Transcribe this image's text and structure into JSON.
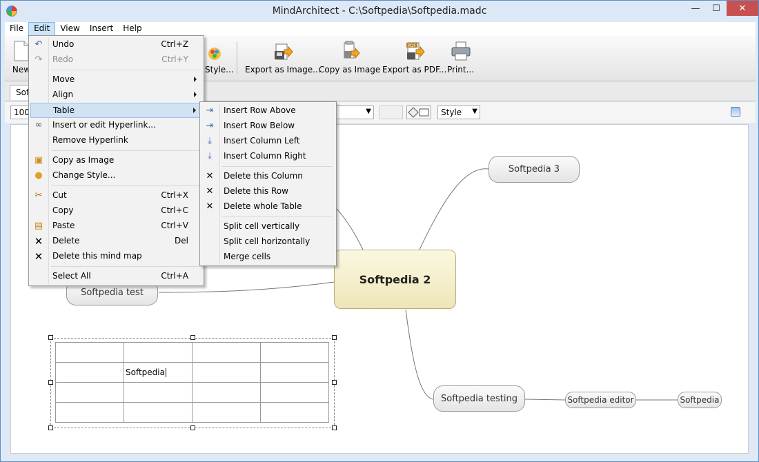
{
  "window": {
    "title": "MindArchitect - C:\\Softpedia\\Softpedia.madc",
    "minimize": "—",
    "maximize": "☐",
    "close": "✕"
  },
  "menubar": {
    "items": [
      "File",
      "Edit",
      "View",
      "Insert",
      "Help"
    ],
    "active": "Edit"
  },
  "toolbar": {
    "new_label": "New",
    "style_label": "Style...",
    "export_image_label": "Export as Image...",
    "copy_image_label": "Copy as Image",
    "export_pdf_label": "Export as PDF...",
    "print_label": "Print..."
  },
  "tabstrip": {
    "doc_tab": "Softpedia"
  },
  "formatbar": {
    "zoom": "100",
    "style_select": "Style"
  },
  "edit_menu": {
    "undo": {
      "label": "Undo",
      "shortcut": "Ctrl+Z"
    },
    "redo": {
      "label": "Redo",
      "shortcut": "Ctrl+Y"
    },
    "move": {
      "label": "Move"
    },
    "align": {
      "label": "Align"
    },
    "table": {
      "label": "Table"
    },
    "insert_hyperlink": {
      "label": "Insert or edit Hyperlink..."
    },
    "remove_hyperlink": {
      "label": "Remove Hyperlink"
    },
    "copy_image": {
      "label": "Copy as Image"
    },
    "change_style": {
      "label": "Change Style..."
    },
    "cut": {
      "label": "Cut",
      "shortcut": "Ctrl+X"
    },
    "copy": {
      "label": "Copy",
      "shortcut": "Ctrl+C"
    },
    "paste": {
      "label": "Paste",
      "shortcut": "Ctrl+V"
    },
    "delete": {
      "label": "Delete",
      "shortcut": "Del"
    },
    "delete_map": {
      "label": "Delete this mind map"
    },
    "select_all": {
      "label": "Select All",
      "shortcut": "Ctrl+A"
    }
  },
  "table_menu": {
    "insert_row_above": "Insert Row Above",
    "insert_row_below": "Insert Row Below",
    "insert_col_left": "Insert Column Left",
    "insert_col_right": "Insert Column Right",
    "delete_column": "Delete this Column",
    "delete_row": "Delete this Row",
    "delete_table": "Delete whole Table",
    "split_vertical": "Split cell vertically",
    "split_horizontal": "Split cell horizontally",
    "merge_cells": "Merge cells"
  },
  "mindmap": {
    "main_node": "Softpedia 2",
    "node_3": "Softpedia 3",
    "node_test": "Softpedia test",
    "node_testing": "Softpedia testing",
    "node_editor": "Softpedia editor",
    "node_leaf": "Softpedia"
  },
  "table": {
    "rows": [
      [
        "",
        "",
        "",
        ""
      ],
      [
        "",
        "Softpedia",
        "",
        ""
      ],
      [
        "",
        "",
        "",
        ""
      ],
      [
        "",
        "",
        "",
        ""
      ]
    ]
  },
  "colors": {
    "menu_highlight": "#d1e2f3",
    "main_node_fill": "#f2ecc8",
    "close_button": "#c75050"
  }
}
